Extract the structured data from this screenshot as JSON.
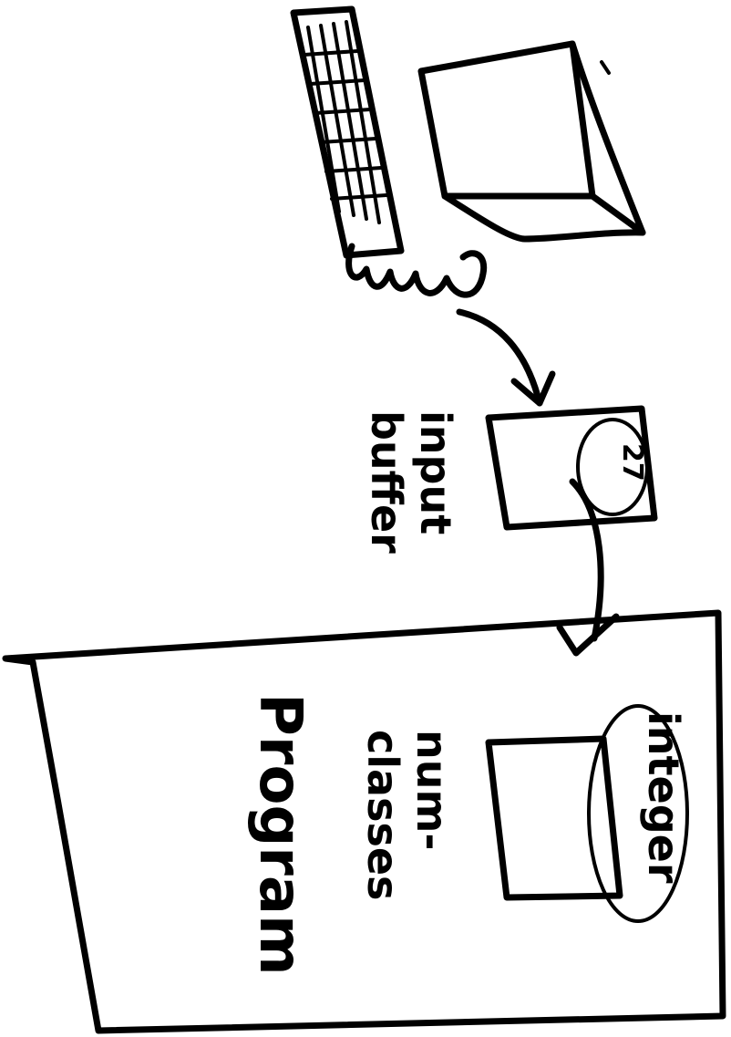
{
  "labels": {
    "input_buffer_line1": "input",
    "input_buffer_line2": "buffer",
    "variable_name_line1": "num-",
    "variable_name_line2": "classes",
    "variable_type": "integer",
    "program": "Program",
    "buffer_value": "27"
  }
}
